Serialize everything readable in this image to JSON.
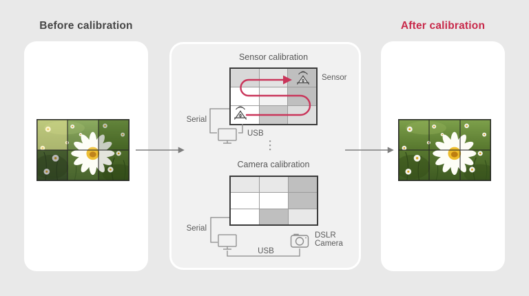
{
  "titles": {
    "before": "Before calibration",
    "after": "After calibration",
    "after_color": "#c8294a"
  },
  "middle": {
    "sensor_section": {
      "title": "Sensor calibration",
      "sensor_label": "Sensor",
      "serial_label": "Serial",
      "usb_label": "USB",
      "grid_colors": [
        "#d8d8d8",
        "#e3e3e3",
        "#bfbfbf",
        "#ffffff",
        "#f2f2f2",
        "#bfbfbf",
        "#ffffff",
        "#c9c9c9",
        "#dedede"
      ]
    },
    "camera_section": {
      "title": "Camera calibration",
      "serial_label": "Serial",
      "usb_label": "USB",
      "camera_label_line1": "DSLR",
      "camera_label_line2": "Camera",
      "grid_colors": [
        "#e8e8e8",
        "#e8e8e8",
        "#bfbfbf",
        "#ffffff",
        "#ffffff",
        "#bfbfbf",
        "#ffffff",
        "#bfbfbf",
        "#e8e8e8"
      ]
    }
  },
  "walls": {
    "before_tints": [
      "rgba(255,243,175,0.50)",
      "rgba(255,255,255,0.12)",
      "rgba(8,38,4,0.22)",
      "rgba(25,25,45,0.28)",
      "rgba(255,255,255,0.05)",
      "rgba(0,10,0,0.10)"
    ],
    "after_tints": [
      "rgba(0,0,0,0)",
      "rgba(0,0,0,0)",
      "rgba(0,0,0,0)",
      "rgba(0,0,0,0)",
      "rgba(0,0,0,0)",
      "rgba(0,0,0,0)"
    ]
  },
  "colors": {
    "accent_red": "#c8294a",
    "path_red": "#c9355a",
    "line_gray": "#8a8a8a",
    "arrow_gray": "#7d7d7d",
    "grid_border": "#3a3a3a",
    "background": "#e9e9e9"
  }
}
